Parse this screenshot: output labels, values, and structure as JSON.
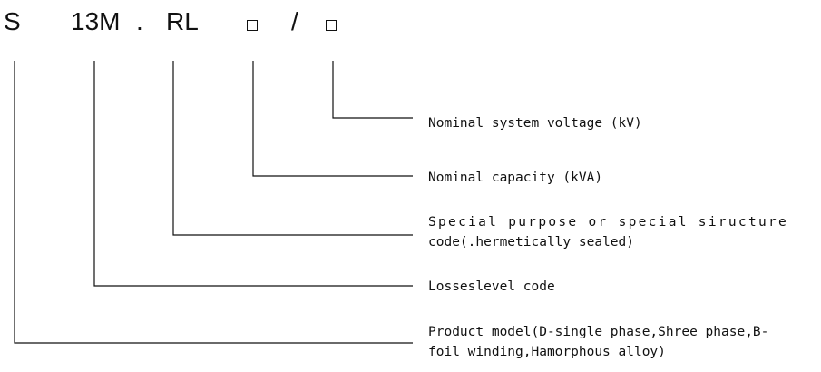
{
  "code": {
    "series": "S",
    "level": "13M",
    "dot": ".",
    "feature": "RL",
    "capacity_placeholder": "□",
    "slash": "/",
    "voltage_placeholder": "□"
  },
  "descriptions": {
    "voltage": "Nominal system voltage (kV)",
    "capacity": "Nominal capacity (kVA)",
    "special_line1": "Special purpose or special siructure",
    "special_line2": "code(.hermetically sealed)",
    "losses": "Losseslevel code",
    "product_line1": "Product model(D-single phase,Shree phase,B-",
    "product_line2": "foil winding,Hamorphous alloy)"
  },
  "colors": {
    "ink": "#111111",
    "background": "#ffffff"
  }
}
